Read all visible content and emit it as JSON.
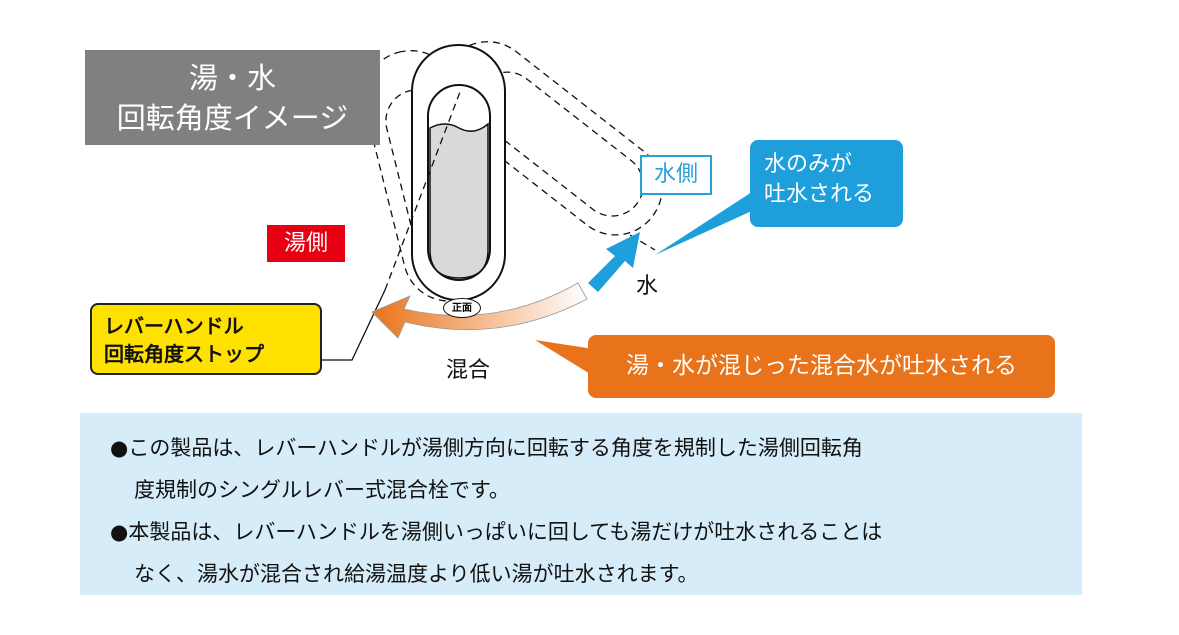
{
  "title": {
    "line1": "湯・水",
    "line2": "回転角度イメージ"
  },
  "hot_side_label": "湯側",
  "cold_side_label": "水側",
  "water_label": "水",
  "mix_label": "混合",
  "front_label": "正面",
  "blue_callout": {
    "line1": "水のみが",
    "line2": "吐水される"
  },
  "orange_callout": "湯・水が混じった混合水が吐水される",
  "stop_box": {
    "line1": "レバーハンドル",
    "line2": "回転角度ストップ"
  },
  "info": {
    "bullet1_line1": "●この製品は、レバーハンドルが湯側方向に回転する角度を規制した湯側回転角",
    "bullet1_line2": "度規制のシングルレバー式混合栓です。",
    "bullet2_line1": "●本製品は、レバーハンドルを湯側いっぱいに回しても湯だけが吐水されることは",
    "bullet2_line2": "なく、湯水が混合され給湯温度より低い湯が吐水されます。"
  },
  "colors": {
    "hot": "#e60012",
    "cold": "#1e9fdc",
    "mix": "#e8731a",
    "stop": "#ffe100",
    "panel": "#d6ecf8"
  }
}
